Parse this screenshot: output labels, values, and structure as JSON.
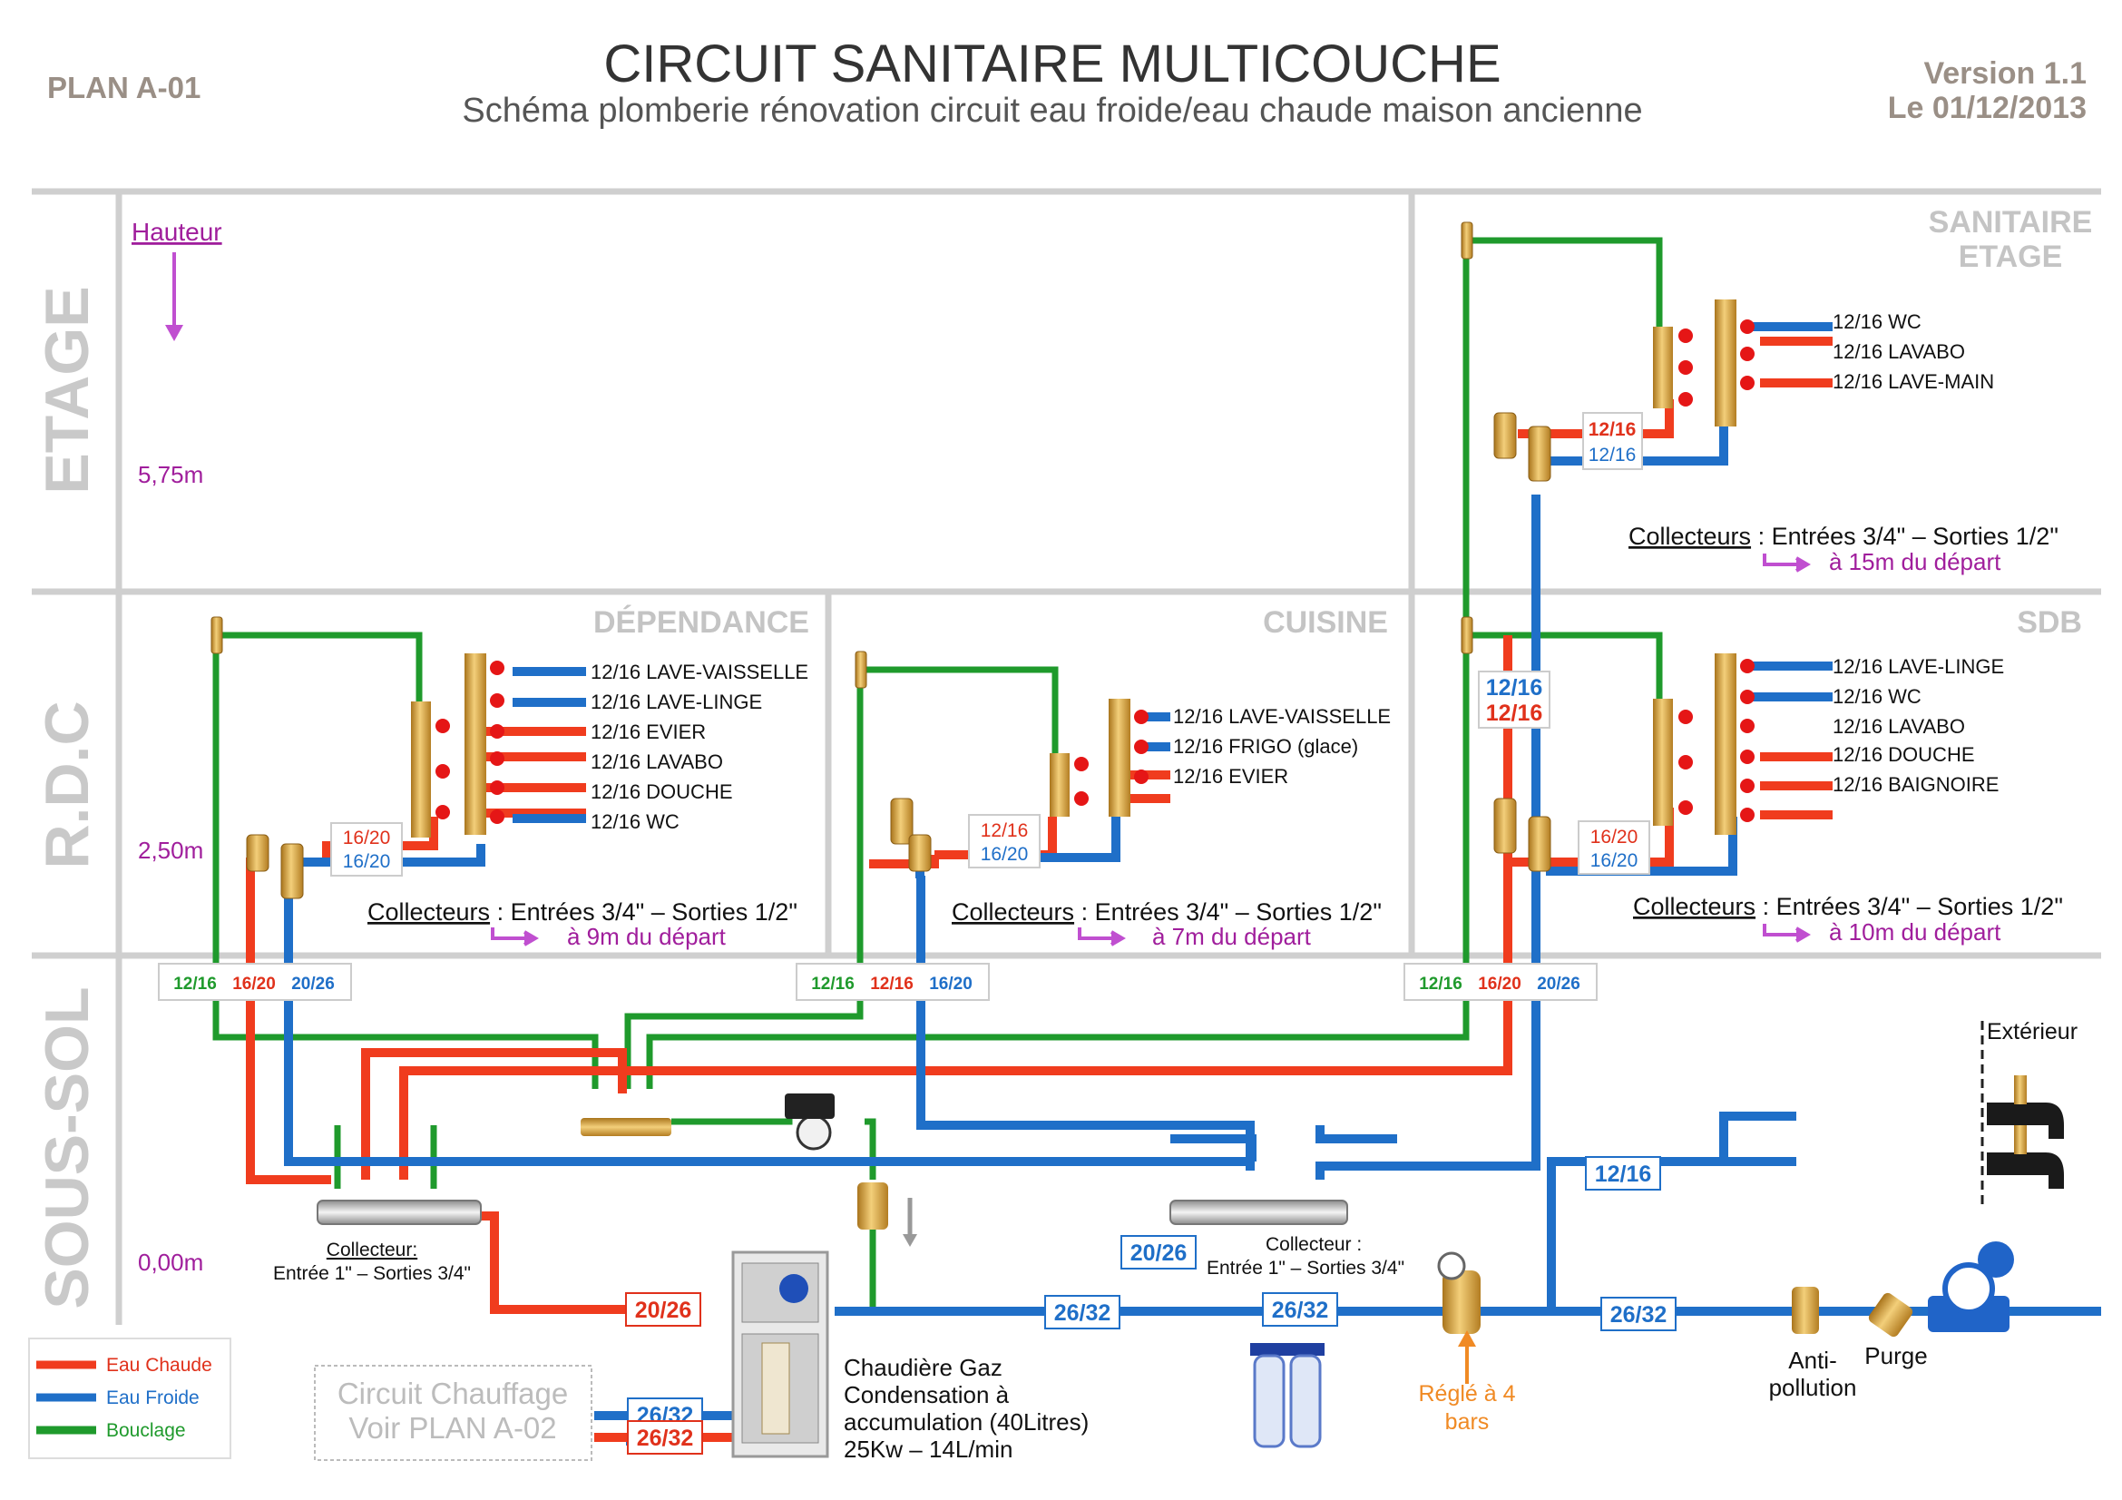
{
  "header": {
    "plan_id": "PLAN A-01",
    "title": "CIRCUIT SANITAIRE MULTICOUCHE",
    "subtitle": "Schéma plomberie rénovation circuit eau froide/eau chaude maison ancienne",
    "version": "Version 1.1",
    "date": "Le 01/12/2013"
  },
  "floors": {
    "etage": "ETAGE",
    "rdc": "R.D.C",
    "sous_sol": "SOUS-SOL"
  },
  "heights": {
    "label": "Hauteur",
    "etage": "5,75m",
    "rdc": "2,50m",
    "sous_sol": "0,00m"
  },
  "zones": {
    "sanitaire_etage_line1": "SANITAIRE",
    "sanitaire_etage_line2": "ETAGE",
    "dependance": "DÉPENDANCE",
    "cuisine": "CUISINE",
    "sdb": "SDB",
    "exterieur": "Extérieur"
  },
  "outlets": {
    "etage": [
      "12/16  WC",
      "12/16  LAVABO",
      "12/16  LAVE-MAIN"
    ],
    "dependance": [
      "12/16  LAVE-VAISSELLE",
      "12/16  LAVE-LINGE",
      "12/16  EVIER",
      "12/16  LAVABO",
      "12/16  DOUCHE",
      "12/16  WC"
    ],
    "cuisine": [
      "12/16  LAVE-VAISSELLE",
      "12/16  FRIGO (glace)",
      "12/16  EVIER"
    ],
    "sdb": [
      "12/16  LAVE-LINGE",
      "12/16  WC",
      "12/16  LAVABO",
      "12/16  DOUCHE",
      "12/16  BAIGNOIRE"
    ]
  },
  "collectors": {
    "prefix": "Collecteurs",
    "text": " : Entrées 3/4\" – Sorties 1/2\"",
    "etage_distance": "à 15m du départ",
    "dependance_distance": "à 9m du départ",
    "cuisine_distance": "à 7m du départ",
    "sdb_distance": "à 10m du départ",
    "sous_sol_left_title": "Collecteur:",
    "sous_sol_left_detail": "Entrée 1\" – Sorties 3/4\"",
    "sous_sol_right_title": "Collecteur :",
    "sous_sol_right_detail": "Entrée 1\" – Sorties 3/4\""
  },
  "pipe_labels": {
    "etage_hot": "12/16",
    "etage_cold": "12/16",
    "dep_hot": "16/20",
    "dep_cold": "16/20",
    "cui_hot": "12/16",
    "cui_cold": "16/20",
    "sdb_hot": "16/20",
    "sdb_cold": "16/20",
    "riser_cold": "12/16",
    "riser_hot": "12/16",
    "box1": [
      "12/16",
      "16/20",
      "20/26"
    ],
    "box2": [
      "12/16",
      "12/16",
      "16/20"
    ],
    "box3": [
      "12/16",
      "16/20",
      "20/26"
    ],
    "hot_main": "20/26",
    "cold_collector": "20/26",
    "main_a": "26/32",
    "main_b": "26/32",
    "main_c": "26/32",
    "ext_branch": "12/16",
    "heat_out": "26/32",
    "heat_in": "26/32"
  },
  "equipment": {
    "boiler": [
      "Chaudière Gaz",
      "Condensation à",
      "accumulation (40Litres)",
      "25Kw – 14L/min"
    ],
    "regulator": [
      "Réglé à 4",
      "bars"
    ],
    "anti_pollution": [
      "Anti-",
      "pollution"
    ],
    "purge": "Purge",
    "heating_line1": "Circuit Chauffage",
    "heating_line2": "Voir PLAN A-02"
  },
  "legend": {
    "hot": "Eau Chaude",
    "cold": "Eau Froide",
    "loop": "Bouclage"
  },
  "colors": {
    "hot": "#f03c1e",
    "cold": "#1f6fc8",
    "loop": "#1f9a2c",
    "height": "#a01e9c",
    "wall": "#cfcfcf",
    "floor_label": "#c9c9c9",
    "brass": "#d9a53c",
    "note": "#f08a24"
  }
}
